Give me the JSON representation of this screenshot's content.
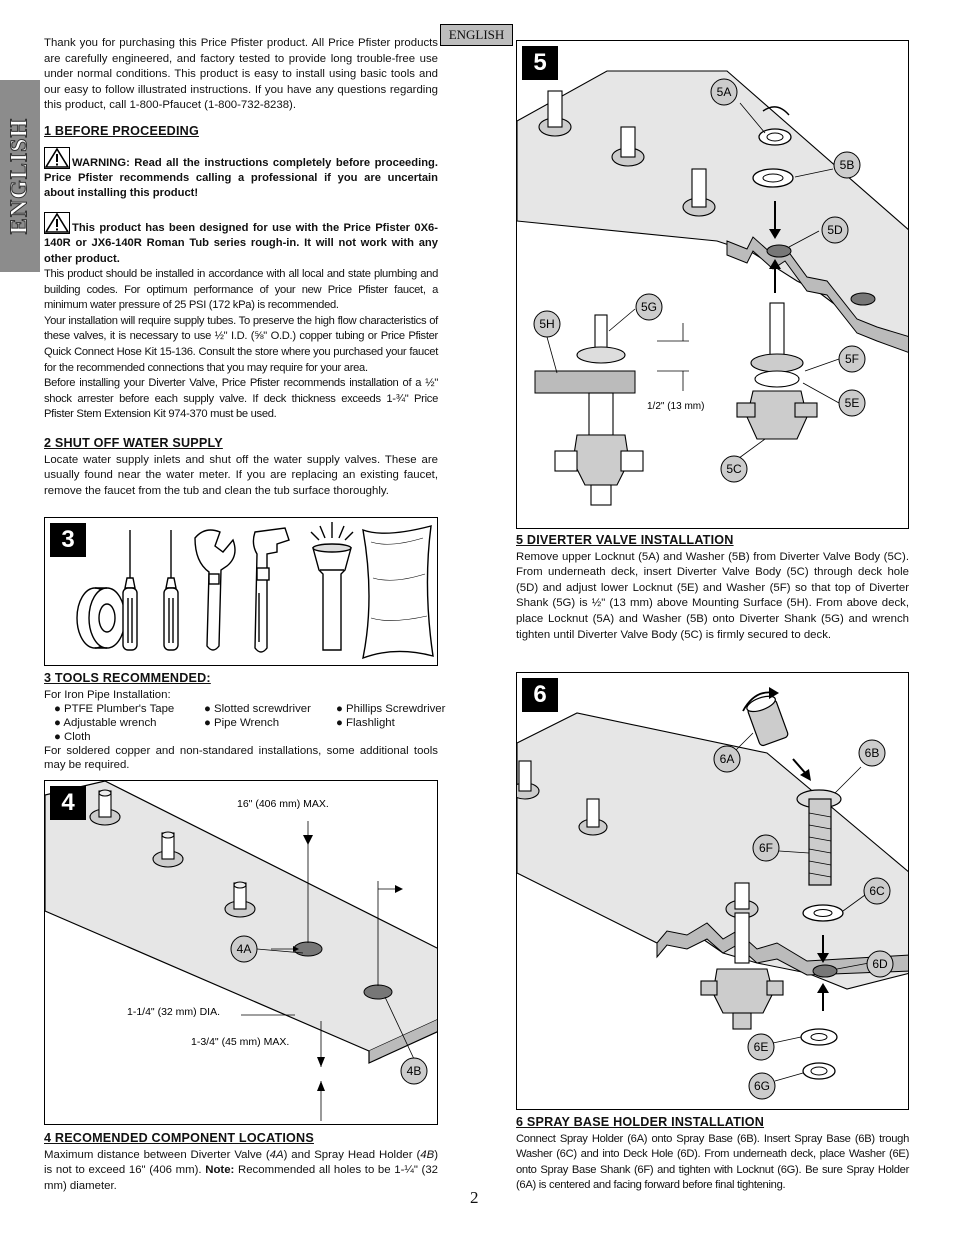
{
  "side_tab": "ENGLISH",
  "lang_label": "ENGLISH",
  "page_number": "2",
  "intro": "Thank you for purchasing this Price Pfister product.  All Price Pfister products are carefully engineered, and factory tested to provide long trouble-free use under normal conditions.  This product is easy to install using basic tools and our easy to follow illustrated instructions.  If you have any questions regarding this product, call 1-800-Pfaucet (1-800-732-8238).",
  "section1": {
    "heading": "1  BEFORE PROCEEDING",
    "warning1": "WARNING: Read all the instructions completely before proceeding. Price Pfister recommends calling a professional if you are uncertain about installing this product!",
    "warning2": "This product has been designed for use with the Price Pfister 0X6-140R or JX6-140R Roman Tub series rough-in.  It will not work  with any other product.",
    "para1": "This product should be installed in accordance with all local and state plumbing and building codes.  For optimum performance of your new Price Pfister faucet, a minimum water pressure of 25 PSI (172 kPa) is recommended.",
    "para2": "Your installation will require supply tubes. To preserve the high flow characteristics of these valves, it is necessary to use ½\" I.D. (⅝\" O.D.) copper tubing or Price Pfister Quick Connect Hose Kit 15-136. Consult the store where you purchased your faucet for the recommended connections that you may require for your area.",
    "para3": "Before installing your Diverter Valve, Price Pfister recommends installation of a ½\" shock arrester before each supply valve.  If deck thickness exceeds 1-¾\" Price Pfister Stem Extension Kit 974-370 must be used."
  },
  "section2": {
    "heading": "2  SHUT OFF WATER SUPPLY",
    "text": "Locate water supply inlets and shut off the water supply valves.  These are usually found near the water meter.  If you are replacing an existing faucet, remove the faucet from the tub and clean the tub surface thoroughly."
  },
  "section3": {
    "badge": "3",
    "heading": "3  TOOLS RECOMMENDED:",
    "subheading": "For Iron Pipe Installation:",
    "tools": [
      "PTFE Plumber's Tape",
      "Slotted screwdriver",
      "Phillips Screwdriver",
      "Adjustable wrench",
      "Pipe Wrench",
      "Flashlight",
      "Cloth"
    ],
    "note": "For soldered copper and non-standared installations, some additional tools may be required."
  },
  "section4": {
    "badge": "4",
    "heading": "4  RECOMENDED COMPONENT LOCATIONS",
    "dim_max": "16\" (406 mm) MAX.",
    "dim_dia": "1-1/4\" (32 mm) DIA.",
    "dim_thick": "1-3/4\" (45 mm) MAX.",
    "callout_a": "4A",
    "callout_b": "4B",
    "text_a": "Maximum distance between Diverter Valve (",
    "text_a_ref": "4A",
    "text_b": ") and Spray Head Holder (",
    "text_b_ref": "4B",
    "text_c": ") is not to exceed 16\" (406 mm).  ",
    "note_label": "Note:",
    "note_text": " Recommended all holes to be 1-¼\" (32 mm) diameter."
  },
  "section5": {
    "badge": "5",
    "heading": "5  DIVERTER VALVE INSTALLATION",
    "callouts": [
      "5A",
      "5B",
      "5D",
      "5G",
      "5H",
      "5F",
      "5E",
      "5C"
    ],
    "dim": "1/2\" (13 mm)",
    "text": "Remove upper Locknut (5A) and Washer (5B) from Diverter Valve Body (5C).  From underneath deck, insert Diverter Valve Body (5C) through deck hole (5D) and adjust lower Locknut (5E) and Washer (5F) so that top of Diverter Shank (5G) is ½\" (13 mm) above Mounting Surface (5H).  From above deck, place Locknut (5A) and Washer (5B) onto Diverter Shank (5G) and wrench tighten until Diverter Valve Body (5C) is firmly secured to deck."
  },
  "section6": {
    "badge": "6",
    "heading": "6  SPRAY BASE HOLDER INSTALLATION",
    "callouts": [
      "6A",
      "6B",
      "6F",
      "6C",
      "6D",
      "6E",
      "6G"
    ],
    "text": "Connect Spray Holder (6A) onto Spray Base (6B).  Insert Spray Base (6B) trough Washer (6C) and into Deck Hole (6D).  From underneath deck, place Washer (6E) onto Spray Base Shank (6F) and tighten with Locknut (6G).  Be sure Spray Holder (6A) is centered and facing forward before final tightening."
  }
}
